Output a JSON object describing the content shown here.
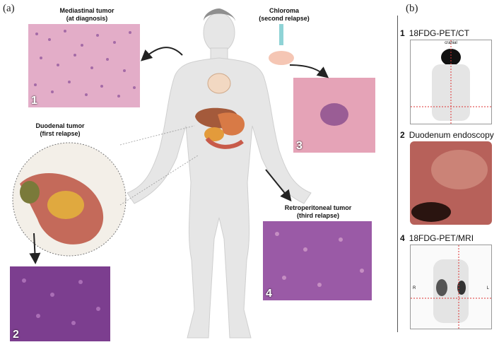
{
  "panels": {
    "a": "(a)",
    "b": "(b)"
  },
  "left": {
    "mediastinal": {
      "title": "Mediastinal tumor",
      "sub": "(at diagnosis)",
      "num": "1"
    },
    "chloroma": {
      "title": "Chloroma",
      "sub": "(second relapse)",
      "num": "3"
    },
    "duodenal": {
      "title": "Duodenal tumor",
      "sub": "(first relapse)",
      "num": "2"
    },
    "retro": {
      "title": "Retroperitoneal tumor",
      "sub": "(third relapse)",
      "num": "4"
    }
  },
  "right": {
    "items": [
      {
        "num": "1",
        "label": "18FDG-PET/CT",
        "tag": "cranial"
      },
      {
        "num": "2",
        "label": "Duodenum endoscopy"
      },
      {
        "num": "4",
        "label": "18FDG-PET/MRI",
        "left": "R",
        "right": "L"
      }
    ]
  },
  "colors": {
    "he_pink": "#e6a9c6",
    "he_purple": "#7a3f86",
    "body": "#e9e9e9",
    "endoscopy": "#b7615a"
  }
}
